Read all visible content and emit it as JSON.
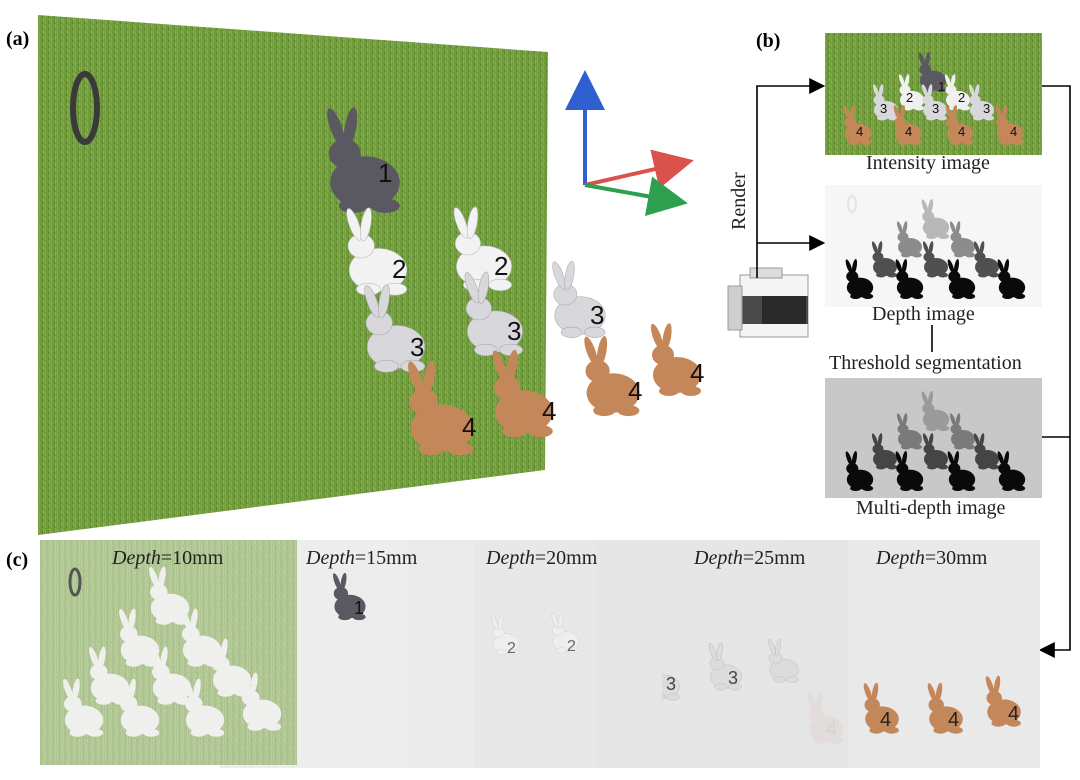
{
  "labels": {
    "panel_a": "(a)",
    "panel_b": "(b)",
    "panel_c": "(c)"
  },
  "panel_b": {
    "render": "Render",
    "intensity_image": "Intensity image",
    "depth_image": "Depth image",
    "threshold_segmentation": "Threshold segmentation",
    "multi_depth_image": "Multi-depth image"
  },
  "panel_c": {
    "depth_word": "Depth",
    "layers": [
      "=10mm",
      "=15mm",
      "=20mm",
      "=25mm",
      "=30mm"
    ]
  },
  "bunny_numbers": {
    "row1": "1",
    "row2": "2",
    "row3": "3",
    "row4": "4"
  },
  "target_symbol": "0",
  "colors": {
    "grass": "#6f9a3a",
    "bunny_row1": "#5a5860",
    "bunny_row2": "#f2f2f2",
    "bunny_row3": "#d8d8dc",
    "bunny_row4": "#c4875a",
    "axis_x": "#d9534a",
    "axis_y": "#2e9e4f",
    "axis_z": "#2f5fd0"
  }
}
